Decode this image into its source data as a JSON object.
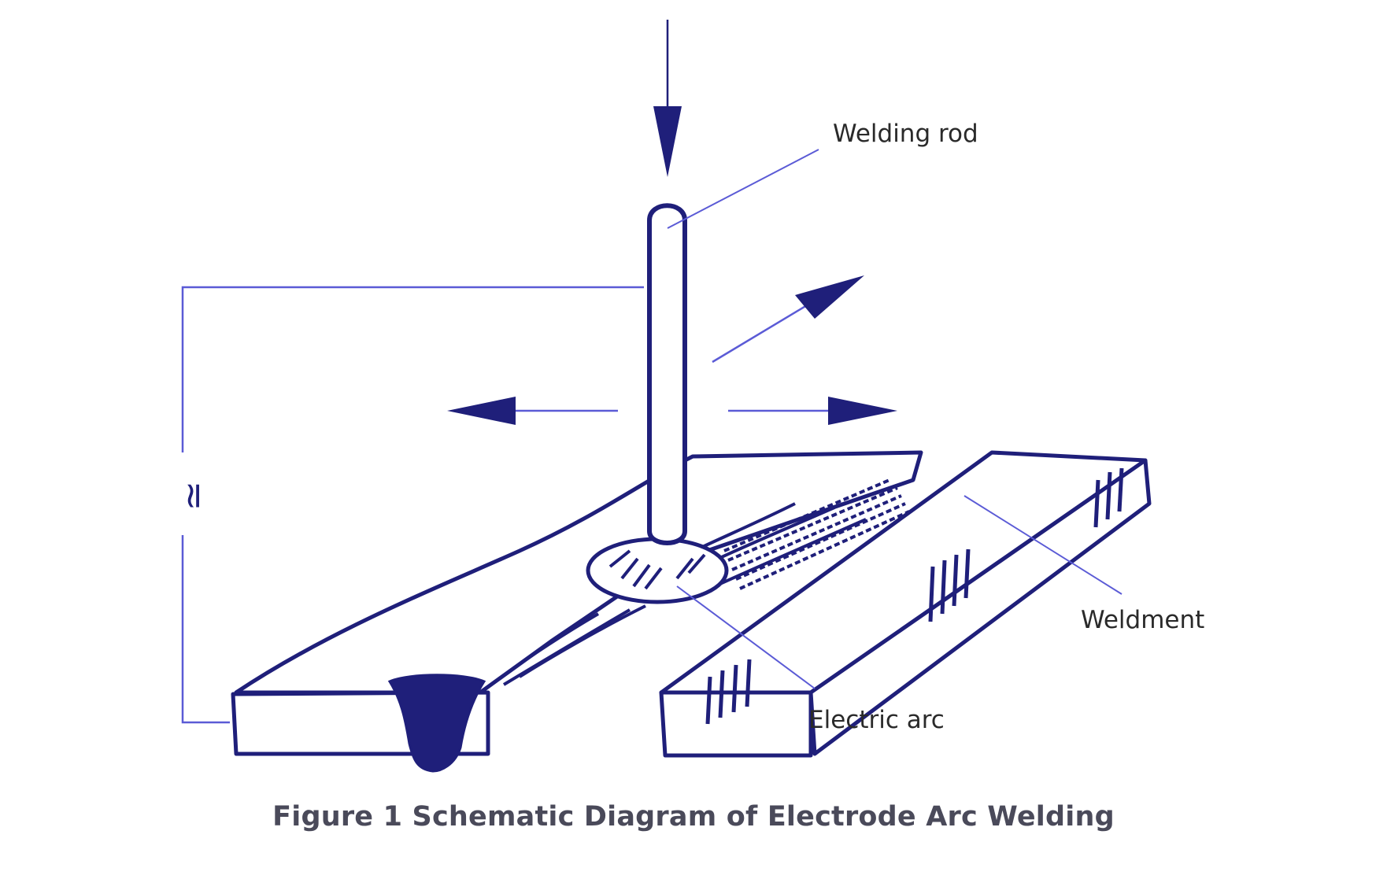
{
  "figure": {
    "caption": "Figure 1 Schematic Diagram of Electrode Arc Welding",
    "labels": {
      "welding_rod": "Welding rod",
      "weldment": "Weldment",
      "electric_arc": "Electric arc",
      "ac_symbol": "≂"
    },
    "colors": {
      "outline": "#1f1f7a",
      "leader": "#5b5bd6",
      "caption": "#4a4a5a"
    }
  }
}
